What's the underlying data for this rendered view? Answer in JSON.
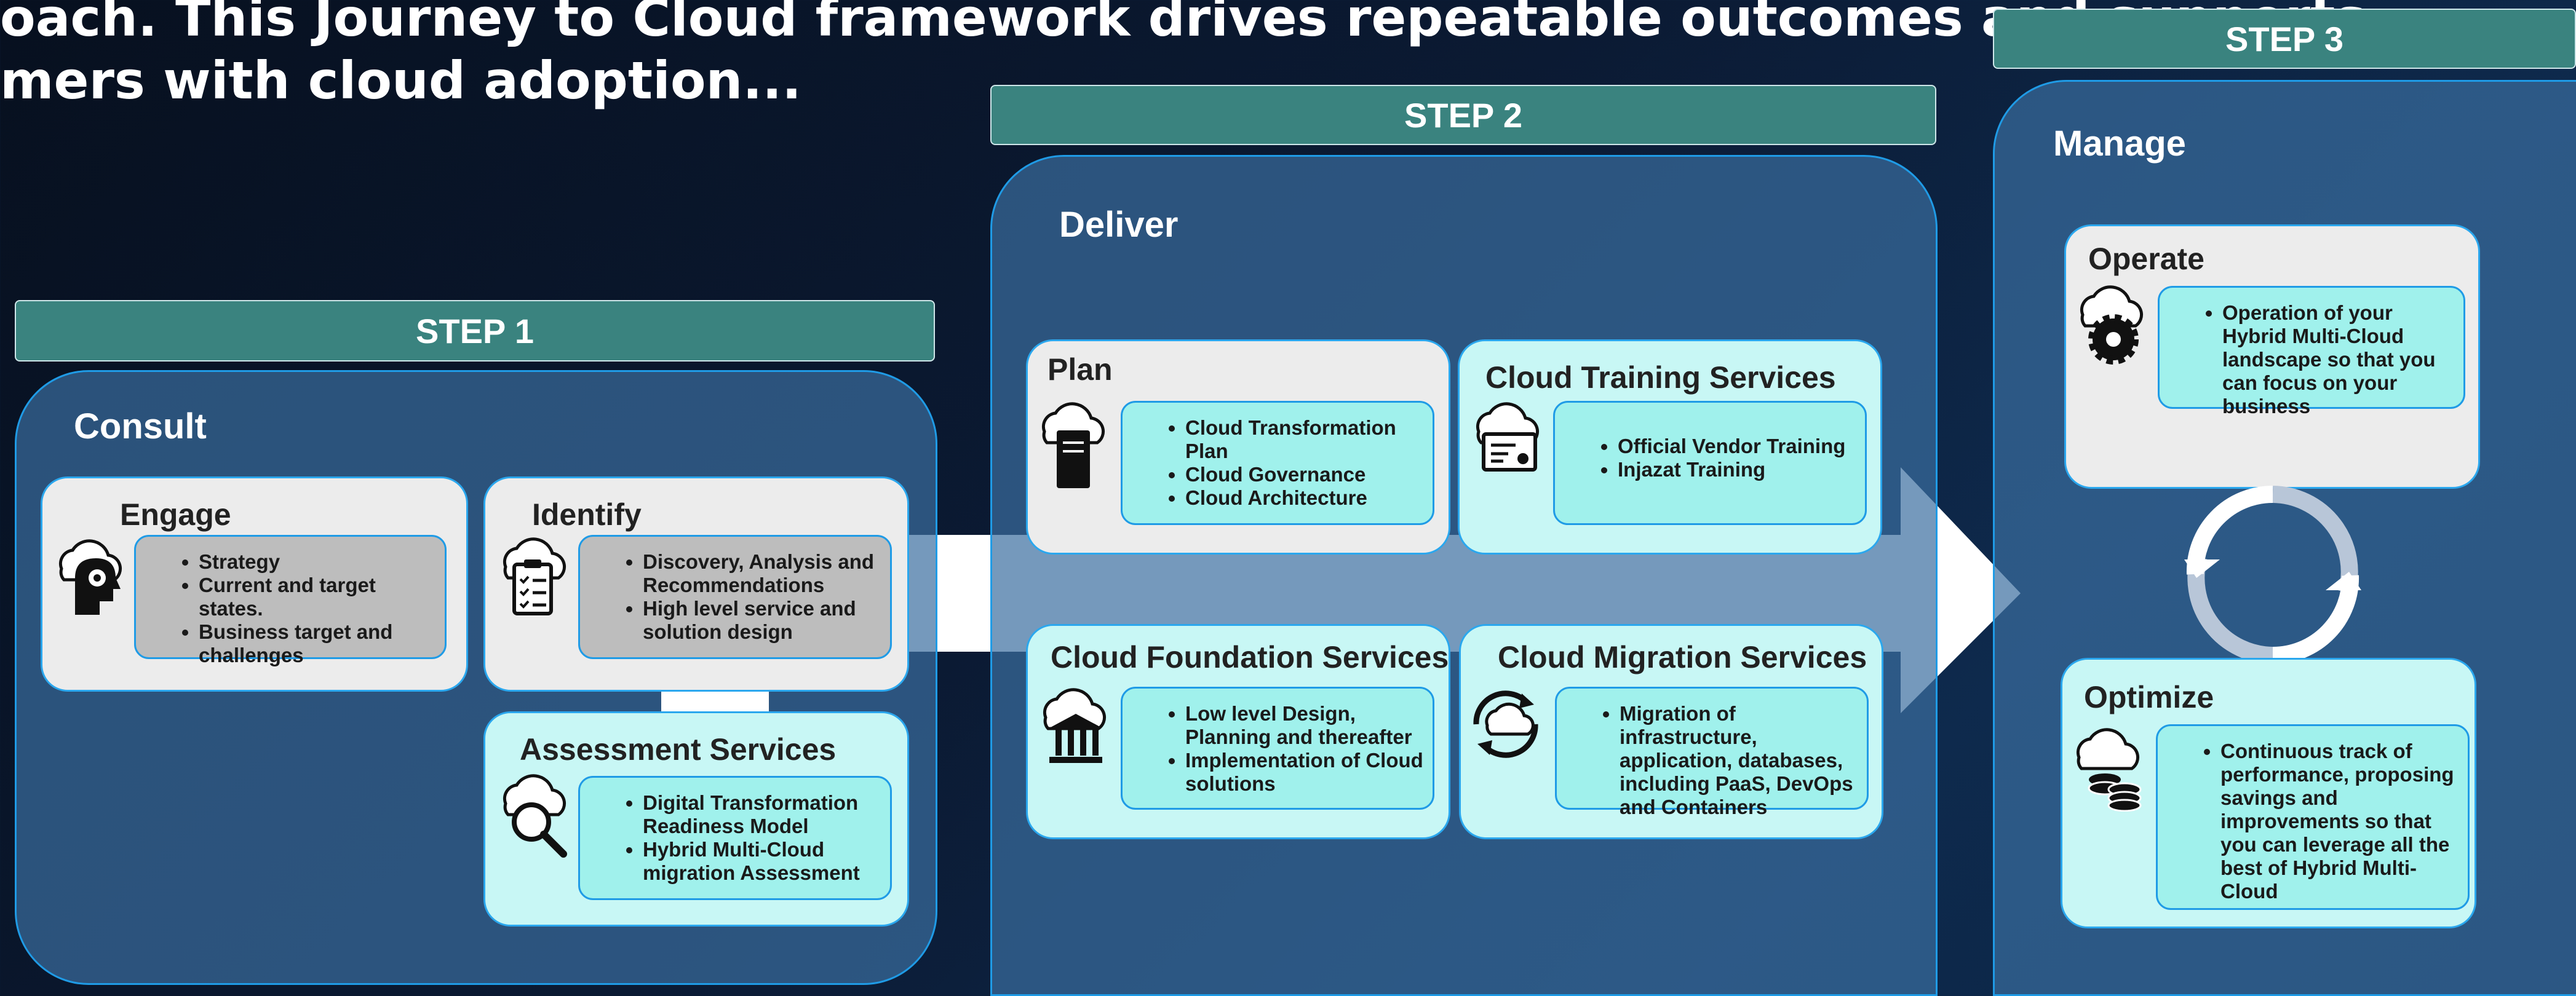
{
  "headline": {
    "line1": "oach. This Journey to Cloud framework drives repeatable outcomes and supports",
    "line2": "mers with cloud adoption..."
  },
  "steps": {
    "step1": {
      "label": "STEP 1",
      "panel_title": "Consult",
      "engage": {
        "title": "Engage",
        "items": [
          "Strategy",
          "Current and target states.",
          "Business target and challenges"
        ]
      },
      "identify": {
        "title": "Identify",
        "items": [
          "Discovery, Analysis and Recommendations",
          "High level service and solution design"
        ]
      },
      "assessment": {
        "title": "Assessment Services",
        "items": [
          "Digital Transformation Readiness Model",
          "Hybrid Multi-Cloud migration Assessment"
        ]
      }
    },
    "step2": {
      "label": "STEP 2",
      "panel_title": "Deliver",
      "plan": {
        "title": "Plan",
        "items": [
          "Cloud Transformation Plan",
          "Cloud Governance",
          "Cloud Architecture"
        ]
      },
      "training": {
        "title": "Cloud Training Services",
        "items": [
          "Official Vendor Training",
          "Injazat Training"
        ]
      },
      "foundation": {
        "title": "Cloud Foundation Services",
        "items": [
          "Low level Design, Planning and thereafter",
          "Implementation of Cloud solutions"
        ]
      },
      "migration": {
        "title": "Cloud Migration Services",
        "items": [
          "Migration of infrastructure, application, databases, including PaaS, DevOps and Containers"
        ]
      }
    },
    "step3": {
      "label": "STEP 3",
      "panel_title": "Manage",
      "operate": {
        "title": "Operate",
        "items": [
          "Operation of your Hybrid Multi-Cloud landscape so that you can focus on your business"
        ]
      },
      "optimize": {
        "title": "Optimize",
        "items": [
          "Continuous track of performance, proposing savings and improvements so that you can leverage all the best of Hybrid Multi-Cloud"
        ]
      }
    }
  },
  "icons": {
    "engage": "cloud-head-gear-icon",
    "identify": "cloud-clipboard-icon",
    "assessment": "cloud-magnifier-icon",
    "plan": "cloud-document-icon",
    "training": "cloud-certificate-icon",
    "foundation": "cloud-bank-icon",
    "migration": "cloud-refresh-icon",
    "operate": "cloud-gear-icon",
    "optimize": "cloud-coins-icon",
    "cycle": "cycle-arrows-icon"
  },
  "colors": {
    "step_bar": "#3a837f",
    "panel_border": "#1f9be6",
    "box_gray": "#ececec",
    "box_cyan": "#c8f7f5",
    "inner_cyan": "#a0f1ec",
    "inner_gray": "#bdbdbd"
  }
}
